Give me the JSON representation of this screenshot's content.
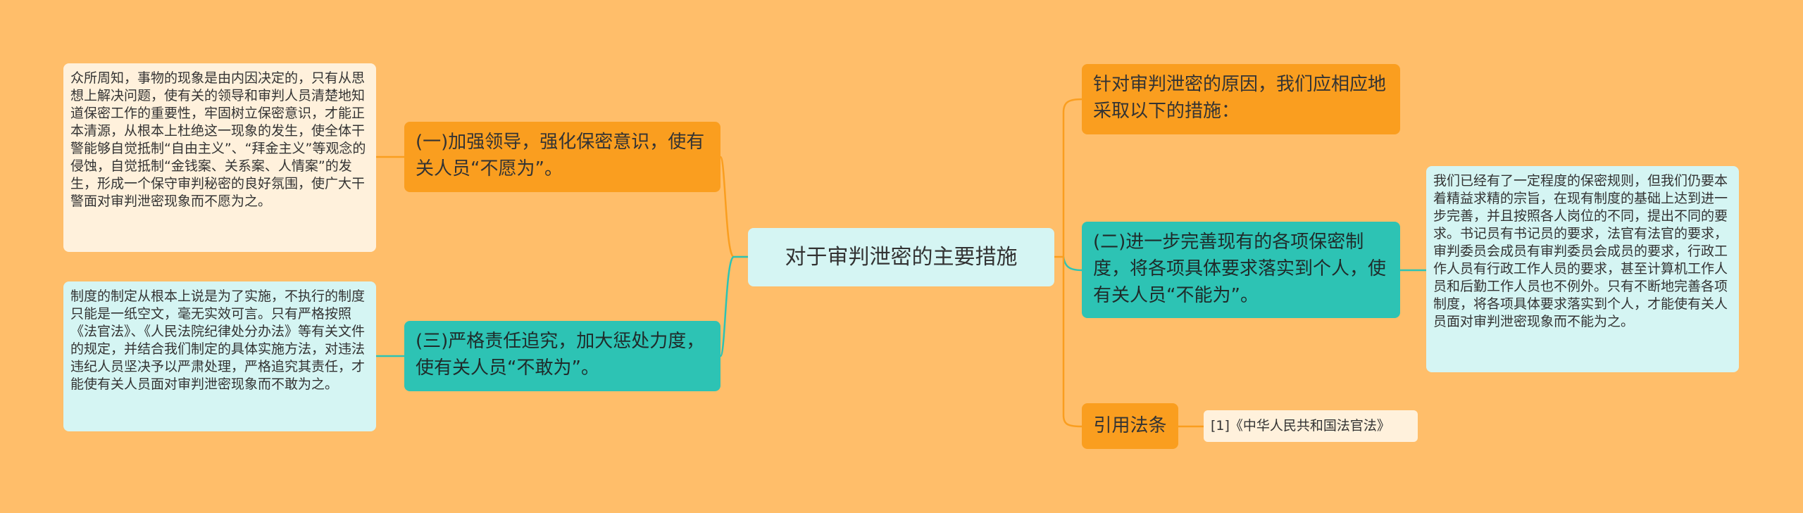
{
  "colors": {
    "background": "#FFBE6A",
    "orange_node": "#FA9E1F",
    "teal_node": "#2DC3B4",
    "light_cyan": "#D5F5F3",
    "cream": "#FFF1DC",
    "link_orange": "#FA9E1F",
    "link_teal": "#2DC3B4"
  },
  "center": {
    "title": "对于审判泄密的主要措施"
  },
  "left": {
    "lead": {
      "label": "(一)加强领导，强化保密意识，使有关人员“不愿为”。",
      "detail": "众所周知，事物的现象是由内因决定的，只有从思想上解决问题，使有关的领导和审判人员清楚地知道保密工作的重要性，牢固树立保密意识，才能正本清源，从根本上杜绝这一现象的发生，使全体干警能够自觉抵制“自由主义”、“拜金主义”等观念的侵蚀，自觉抵制“金钱案、关系案、人情案”的发生，形成一个保守审判秘密的良好氛围，使广大干警面对审判泄密现象而不愿为之。"
    },
    "strict": {
      "label": "(三)严格责任追究，加大惩处力度，使有关人员“不敢为”。",
      "detail": "制度的制定从根本上说是为了实施，不执行的制度只能是一纸空文，毫无实效可言。只有严格按照《法官法》、《人民法院纪律处分办法》等有关文件的规定，并结合我们制定的具体实施方法，对违法违纪人员坚决予以严肃处理，严格追究其责任，才能使有关人员面对审判泄密现象而不敢为之。"
    }
  },
  "right": {
    "intro": {
      "label": "针对审判泄密的原因，我们应相应地采取以下的措施："
    },
    "improve": {
      "label": "(二)进一步完善现有的各项保密制度，将各项具体要求落实到个人，使有关人员“不能为”。",
      "detail": "我们已经有了一定程度的保密规则，但我们仍要本着精益求精的宗旨，在现有制度的基础上达到进一步完善，并且按照各人岗位的不同，提出不同的要求。书记员有书记员的要求，法官有法官的要求，审判委员会成员有审判委员会成员的要求，行政工作人员有行政工作人员的要求，甚至计算机工作人员和后勤工作人员也不例外。只有不断地完善各项制度，将各项具体要求落实到个人，才能使有关人员面对审判泄密现象而不能为之。"
    },
    "cite": {
      "label": "引用法条",
      "detail": "[1]《中华人民共和国法官法》"
    }
  }
}
